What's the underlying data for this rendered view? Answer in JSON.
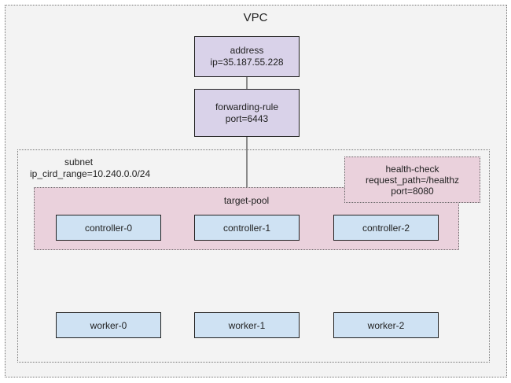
{
  "vpc": {
    "title": "VPC"
  },
  "subnet": {
    "name": "subnet",
    "range": "ip_cird_range=10.240.0.0/24"
  },
  "address": {
    "title": "address",
    "detail": "ip=35.187.55.228"
  },
  "forwarding_rule": {
    "title": "forwarding-rule",
    "detail": "port=6443"
  },
  "target_pool": {
    "label": "target-pool"
  },
  "health_check": {
    "title": "health-check",
    "path": "request_path=/healthz",
    "port": "port=8080"
  },
  "controllers": [
    "controller-0",
    "controller-1",
    "controller-2"
  ],
  "workers": [
    "worker-0",
    "worker-1",
    "worker-2"
  ],
  "colors": {
    "container": "#f3f3f3",
    "purple": "#d9d2e9",
    "pink": "#ead1dc",
    "blue": "#cfe2f3"
  }
}
